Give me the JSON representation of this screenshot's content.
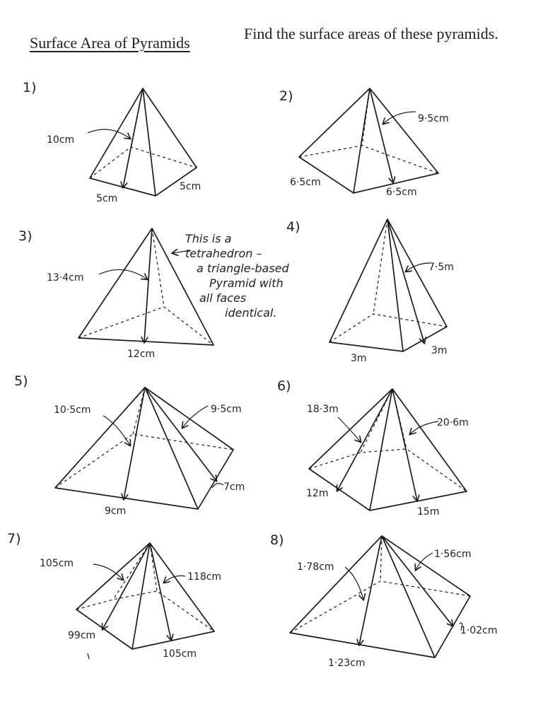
{
  "title": "Surface Area of Pyramids",
  "instruction": "Find the surface areas of these pyramids.",
  "problems": [
    {
      "number": "1)",
      "labels": [
        "10cm",
        "5cm",
        "5cm"
      ]
    },
    {
      "number": "2)",
      "labels": [
        "9·5cm",
        "6·5cm",
        "6·5cm"
      ]
    },
    {
      "number": "3)",
      "labels": [
        "13·4cm",
        "12cm"
      ],
      "note": [
        "This is a",
        "tetrahedron –",
        "a triangle-based",
        "Pyramid with",
        "all faces",
        "identical."
      ]
    },
    {
      "number": "4)",
      "labels": [
        "7·5m",
        "3m",
        "3m"
      ]
    },
    {
      "number": "5)",
      "labels": [
        "10·5cm",
        "9·5cm",
        "9cm",
        "7cm"
      ]
    },
    {
      "number": "6)",
      "labels": [
        "18·3m",
        "20·6m",
        "12m",
        "15m"
      ]
    },
    {
      "number": "7)",
      "labels": [
        "105cm",
        "118cm",
        "99cm",
        "105cm"
      ]
    },
    {
      "number": "8)",
      "labels": [
        "1·78cm",
        "1·56cm",
        "1·02cm",
        "1·23cm"
      ]
    }
  ]
}
